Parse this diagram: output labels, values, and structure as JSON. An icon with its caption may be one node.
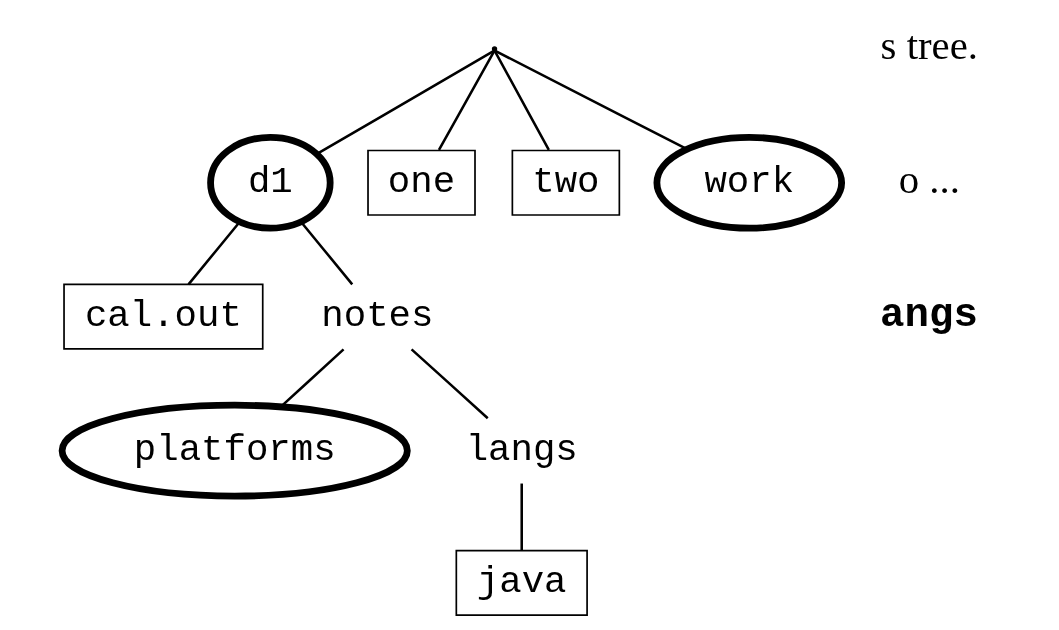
{
  "diagram": {
    "nodes": [
      {
        "text": [],
        "shape": "point"
      },
      {
        "text": [
          "d1"
        ]
      },
      {
        "text": [
          "one"
        ]
      },
      {
        "text": [
          "two"
        ]
      },
      {
        "text": [
          "work"
        ]
      },
      {
        "text": [
          "cal.out"
        ]
      },
      {
        "text": [
          "notes"
        ]
      },
      {
        "text": [
          "platforms"
        ]
      },
      {
        "text": [
          "langs"
        ]
      },
      {
        "text": [
          "java"
        ]
      }
    ],
    "edges": [
      {
        "from": 0,
        "to": 1,
        "arrow": "none"
      },
      {
        "from": 0,
        "to": 2,
        "arrow": "none"
      },
      {
        "from": 0,
        "to": 3,
        "arrow": "none"
      },
      {
        "from": 0,
        "to": 4,
        "arrow": "none"
      },
      {
        "from": 1,
        "to": 5,
        "arrow": "none"
      },
      {
        "from": 1,
        "to": 6,
        "arrow": "none"
      },
      {
        "from": 6,
        "to": 7,
        "arrow": "none"
      },
      {
        "from": 6,
        "to": 8,
        "arrow": "none"
      },
      {
        "from": 8,
        "to": 9,
        "arrow": "none"
      }
    ],
    "labels": [
      "s tree.",
      "o ...",
      "angs"
    ]
  }
}
